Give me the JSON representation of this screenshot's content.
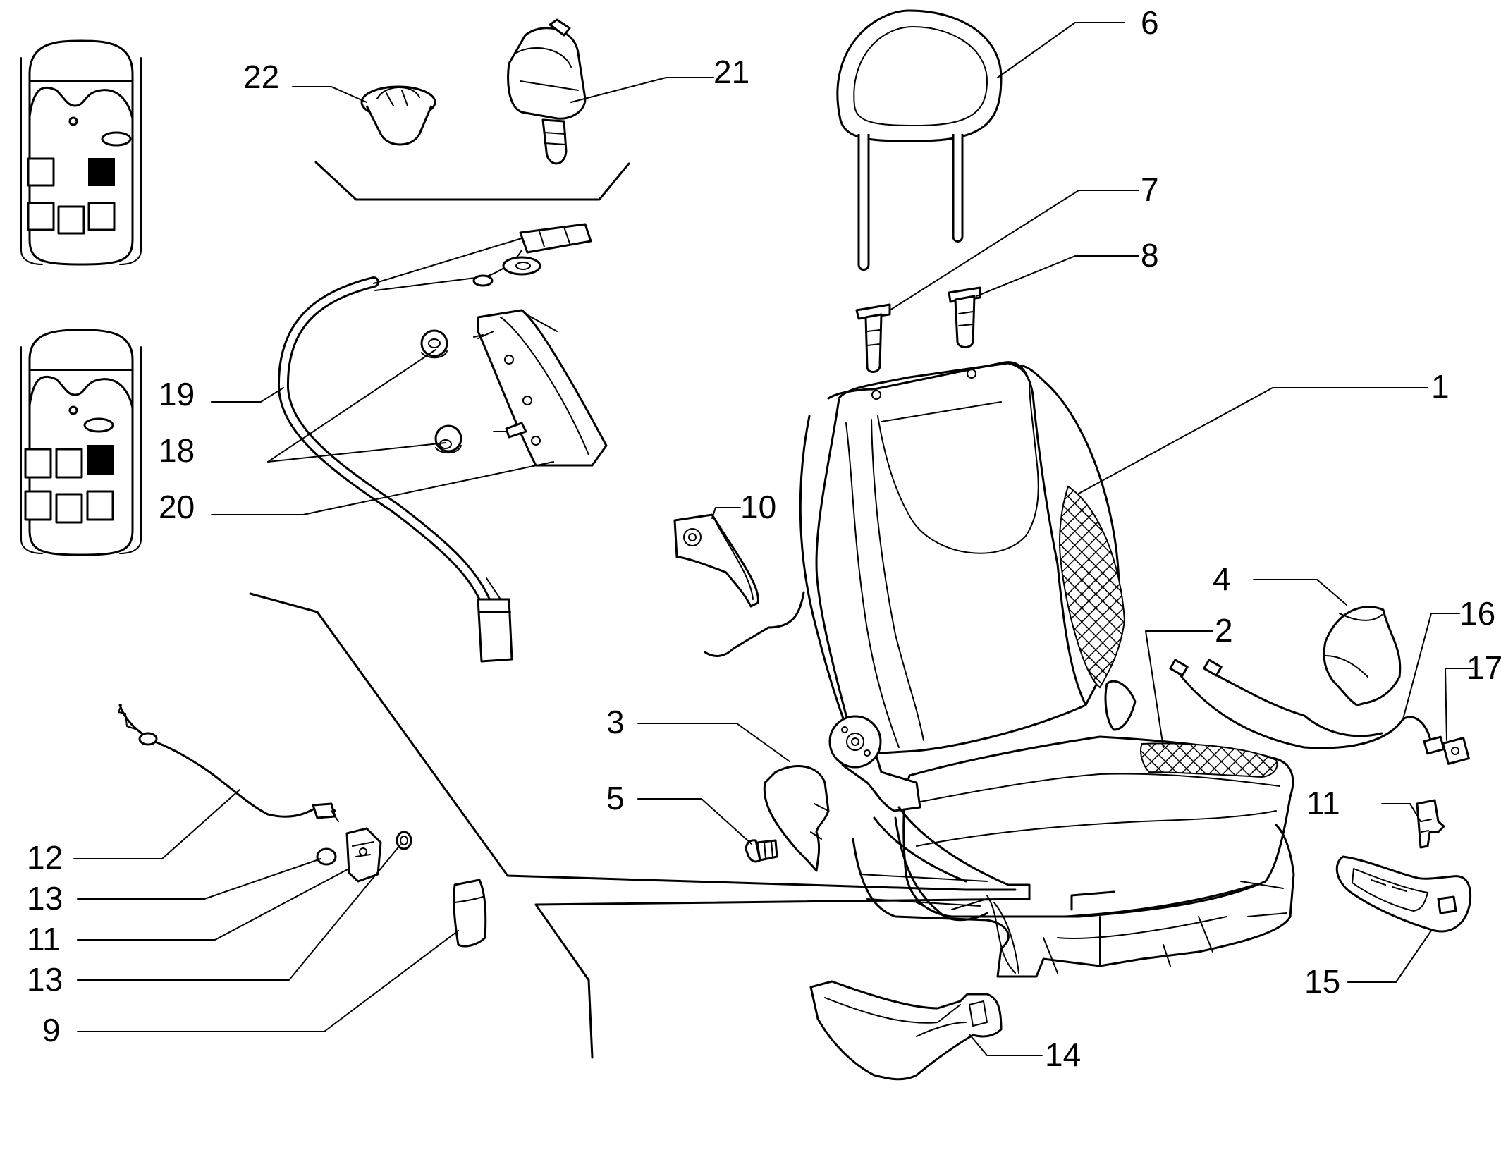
{
  "callouts": [
    {
      "id": "1",
      "label": "1"
    },
    {
      "id": "2",
      "label": "2"
    },
    {
      "id": "3",
      "label": "3"
    },
    {
      "id": "4",
      "label": "4"
    },
    {
      "id": "5",
      "label": "5"
    },
    {
      "id": "6",
      "label": "6"
    },
    {
      "id": "7",
      "label": "7"
    },
    {
      "id": "8",
      "label": "8"
    },
    {
      "id": "9",
      "label": "9"
    },
    {
      "id": "10",
      "label": "10"
    },
    {
      "id": "11a",
      "label": "11"
    },
    {
      "id": "11b",
      "label": "11"
    },
    {
      "id": "12",
      "label": "12"
    },
    {
      "id": "13a",
      "label": "13"
    },
    {
      "id": "13b",
      "label": "13"
    },
    {
      "id": "14",
      "label": "14"
    },
    {
      "id": "15",
      "label": "15"
    },
    {
      "id": "16",
      "label": "16"
    },
    {
      "id": "17",
      "label": "17"
    },
    {
      "id": "18",
      "label": "18"
    },
    {
      "id": "19",
      "label": "19"
    },
    {
      "id": "20",
      "label": "20"
    },
    {
      "id": "21",
      "label": "21"
    },
    {
      "id": "22",
      "label": "22"
    }
  ],
  "colors": {
    "line": "#000000",
    "background": "#ffffff"
  }
}
